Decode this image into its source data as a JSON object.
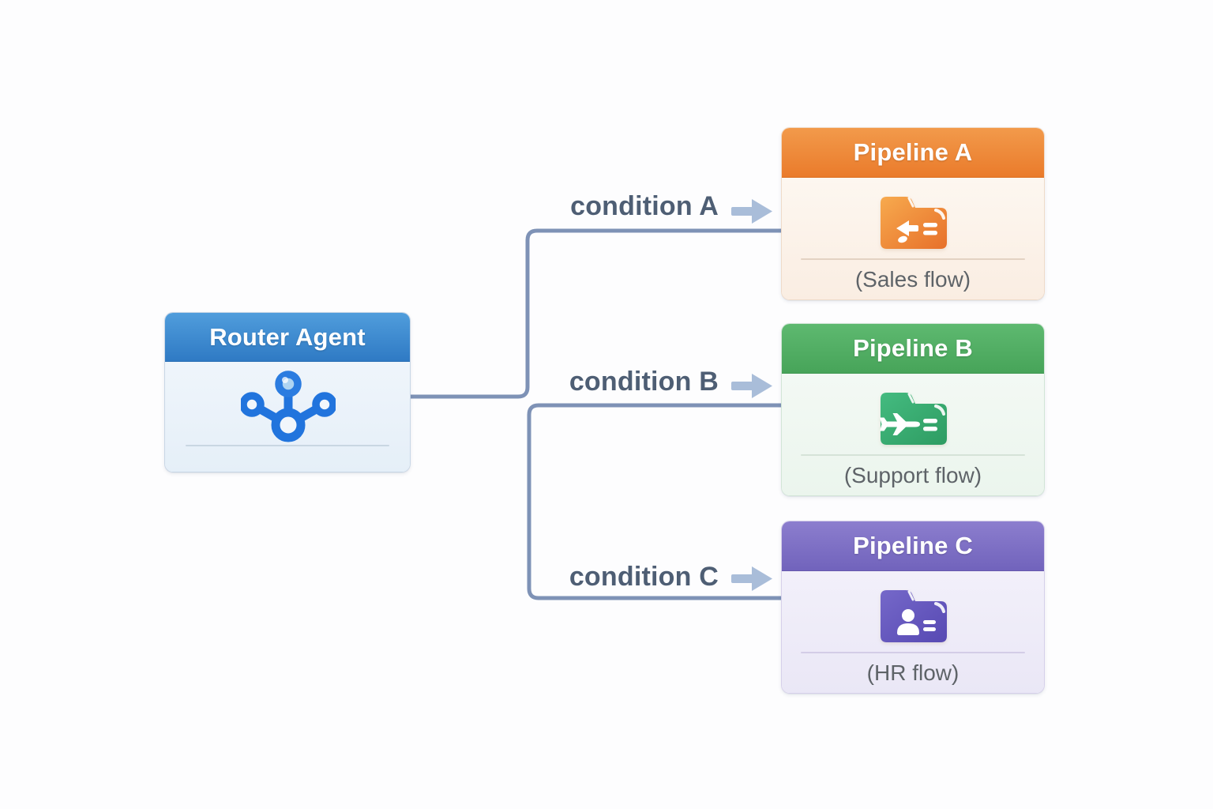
{
  "background": "#fdfdfe",
  "router": {
    "title": "Router Agent",
    "icon": "network-hub-icon",
    "header_color_top": "#509ddc",
    "header_color_bottom": "#2f7ac4",
    "icon_color": "#2174dd"
  },
  "branches": [
    {
      "label": "condition A",
      "icon": "right-arrow-icon"
    },
    {
      "label": "condition B",
      "icon": "right-arrow-icon"
    },
    {
      "label": "condition C",
      "icon": "right-arrow-icon"
    }
  ],
  "pipelines": [
    {
      "title": "Pipeline A",
      "caption": "(Sales flow)",
      "icon": "sales-folder-icon",
      "header_color_top": "#f29a4b",
      "header_color_bottom": "#ea7b2b",
      "folder_color_top": "#f7aa4e",
      "folder_color_bottom": "#e7702a"
    },
    {
      "title": "Pipeline B",
      "caption": "(Support flow)",
      "icon": "support-folder-icon",
      "header_color_top": "#5eb970",
      "header_color_bottom": "#47a459",
      "folder_color_top": "#44bb80",
      "folder_color_bottom": "#2e9c62"
    },
    {
      "title": "Pipeline C",
      "caption": "(HR flow)",
      "icon": "hr-folder-icon",
      "header_color_top": "#8c7ece",
      "header_color_bottom": "#7163bc",
      "folder_color_top": "#7568c9",
      "folder_color_bottom": "#5749b3"
    }
  ],
  "connector_color": "#7e92b6",
  "arrow_color": "#a9bdd9",
  "label_color": "#4e5e74"
}
